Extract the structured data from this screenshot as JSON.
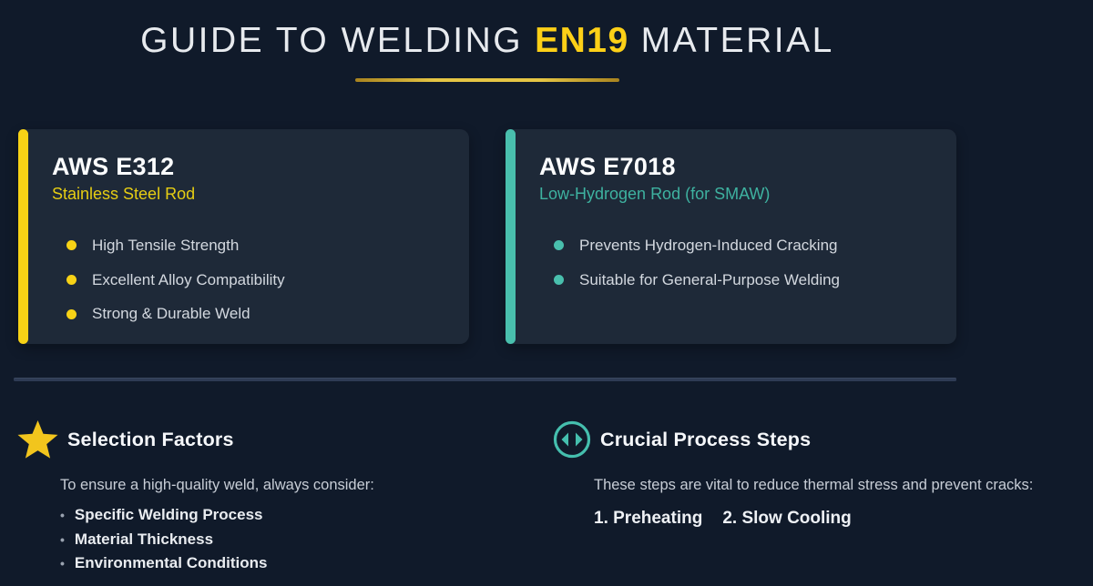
{
  "header": {
    "title_prefix": "GUIDE TO WELDING",
    "title_highlight": "EN19",
    "title_suffix": "MATERIAL"
  },
  "cards": [
    {
      "title": "AWS E312",
      "subtitle": "Stainless Steel Rod",
      "bullets": [
        "High Tensile Strength",
        "Excellent Alloy Compatibility",
        "Strong & Durable Weld"
      ]
    },
    {
      "title": "AWS E7018",
      "subtitle": "Low-Hydrogen Rod (for SMAW)",
      "bullets": [
        "Prevents Hydrogen-Induced Cracking",
        "Suitable for General-Purpose Welding"
      ]
    }
  ],
  "sections": {
    "selection": {
      "icon": "star-icon",
      "heading": "Selection Factors",
      "intro": "To ensure a high-quality weld, always consider:",
      "bullet_marker": "•",
      "items": [
        "Specific Welding Process",
        "Material Thickness",
        "Environmental Conditions"
      ]
    },
    "process": {
      "icon": "horizontal-arrows-icon",
      "heading": "Crucial Process Steps",
      "intro": "These steps are vital to reduce thermal stress and prevent cracks:",
      "steps": [
        "1. Preheating",
        "2. Slow Cooling"
      ]
    }
  },
  "colors": {
    "page-bg": "#101a2a",
    "card-bg": "#1e2938",
    "yellow": "#f7d216",
    "yellow-deep": "#e6cd13",
    "teal": "#49bfad",
    "teal-deep": "#3eb2a0",
    "heading": "#f5f7fa",
    "text": "#c7cdd6",
    "divider": "#2e3b54"
  }
}
